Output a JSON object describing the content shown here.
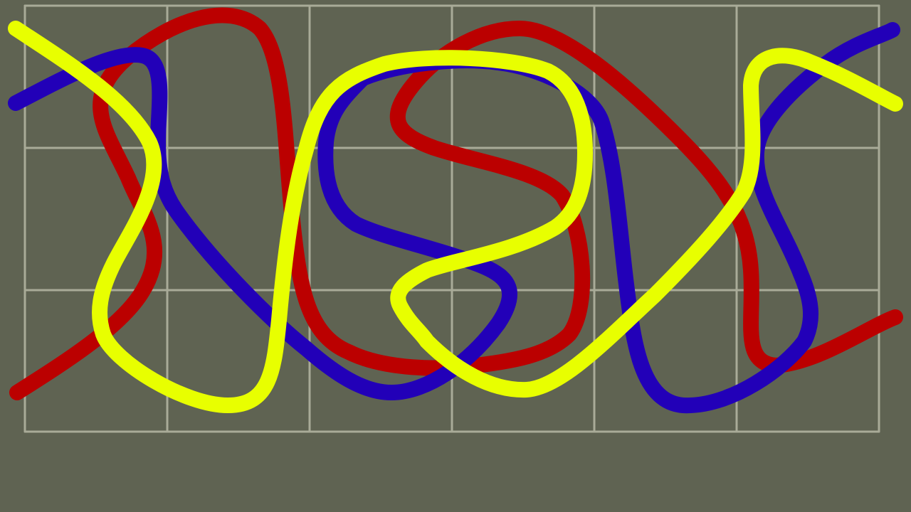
{
  "board": {
    "background_color": "#5f6352",
    "grid_color": "#a9ab98",
    "columns": 6,
    "rows": 3
  },
  "ropes": [
    {
      "name": "red-rope",
      "color": "#bb0000"
    },
    {
      "name": "blue-rope",
      "color": "#2200b8"
    },
    {
      "name": "yellow-rope",
      "color": "#e8ff00"
    }
  ]
}
